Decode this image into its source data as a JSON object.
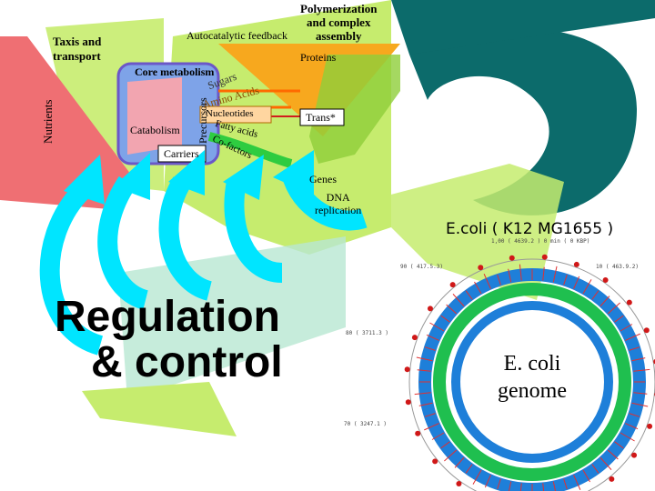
{
  "diagram": {
    "taxis_label": "Taxis and\ntransport",
    "nutrients_label": "Nutrients",
    "autocatalytic_label": "Autocatalytic feedback",
    "polymerization_label": "Polymerization\nand complex\nassembly",
    "proteins_label": "Proteins",
    "core_metabolism_label": "Core metabolism",
    "precursors_label": "Precursors",
    "sugars_label": "Sugars",
    "amino_acids_label": "Amino Acids",
    "nucleotides_label": "Nucleotides",
    "catabolism_label": "Catabolism",
    "fatty_acids_label": "Fatty acids",
    "cofactors_label": "Co-factors",
    "carriers_label": "Carriers",
    "trans_label": "Trans*",
    "genes_label": "Genes",
    "dna_label": "DNA\nreplication"
  },
  "regulation": {
    "line1": "Regulation",
    "line2": "& control"
  },
  "genome": {
    "title": "E.coli ( K12 MG1655 )",
    "center_label": "E. coli\ngenome",
    "coord_top": "1,00 ( 4639.2 ) 0 min ( 0 KBP)",
    "coord_tl": "90 ( 417.5.3)",
    "coord_tr": "10 ( 463.9.2)",
    "coord_ml": "80 ( 3711.3 )",
    "coord_bl": "70 ( 3247.1 )"
  },
  "colors": {
    "cyan_arrows": "#00e5ff",
    "green_bg": "#c6ec6e",
    "orange_triangle": "#f7a81e",
    "red_region": "#ef6f73",
    "blue_box": "#7ea3e8",
    "green_ring": "#1fbf4f",
    "blue_ring": "#1e7fd9"
  }
}
